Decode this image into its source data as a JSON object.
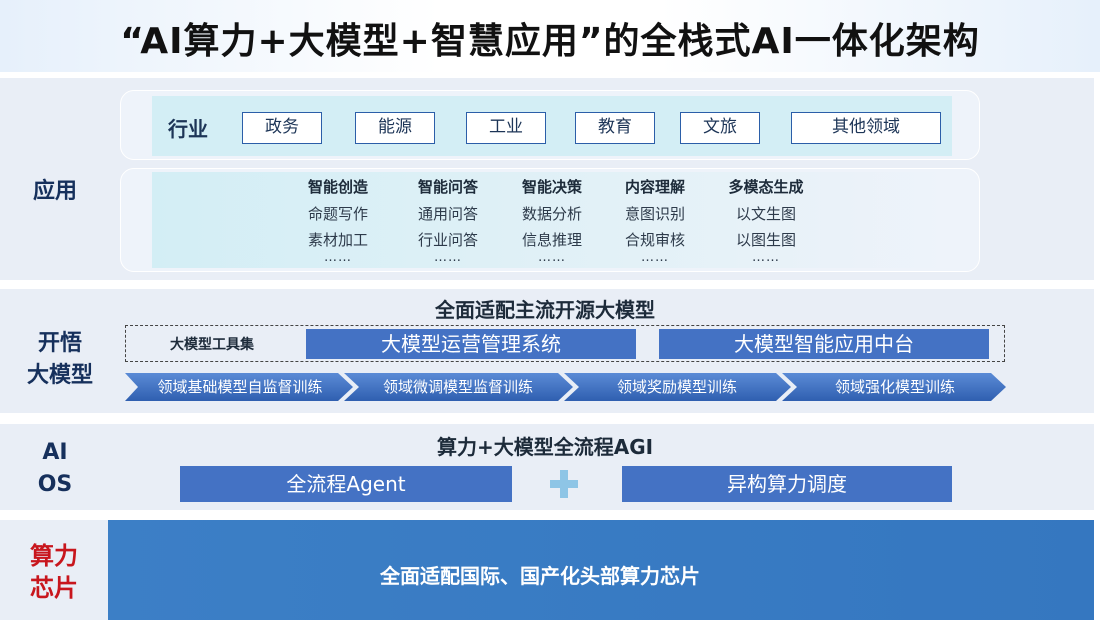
{
  "title": "“AI算力+大模型+智慧应用”的全栈式AI一体化架构",
  "application": {
    "label": "应用",
    "industry_label": "行业",
    "industries": [
      "政务",
      "能源",
      "工业",
      "教育",
      "文旅",
      "其他领域"
    ],
    "capabilities": [
      {
        "head": "智能创造",
        "items": [
          "命题写作",
          "素材加工"
        ],
        "more": "……"
      },
      {
        "head": "智能问答",
        "items": [
          "通用问答",
          "行业问答"
        ],
        "more": "……"
      },
      {
        "head": "智能决策",
        "items": [
          "数据分析",
          "信息推理"
        ],
        "more": "……"
      },
      {
        "head": "内容理解",
        "items": [
          "意图识别",
          "合规审核"
        ],
        "more": "……"
      },
      {
        "head": "多模态生成",
        "items": [
          "以文生图",
          "以图生图"
        ],
        "more": "……"
      }
    ]
  },
  "model": {
    "label_line1": "开悟",
    "label_line2": "大模型",
    "subtitle": "全面适配主流开源大模型",
    "toolset_label": "大模型工具集",
    "ops_system": "大模型运营管理系统",
    "app_platform": "大模型智能应用中台",
    "training_steps": [
      "领域基础模型自监督训练",
      "领域微调模型监督训练",
      "领域奖励模型训练",
      "领域强化模型训练"
    ]
  },
  "aios": {
    "label_line1": "AI",
    "label_line2": "OS",
    "subtitle": "算力+大模型全流程AGI",
    "left_box": "全流程Agent",
    "right_box": "异构算力调度",
    "plus_color": "#8ec5e6"
  },
  "chip": {
    "label_line1": "算力",
    "label_line2": "芯片",
    "text": "全面适配国际、国产化头部算力芯片",
    "label_color": "#c8161d"
  }
}
